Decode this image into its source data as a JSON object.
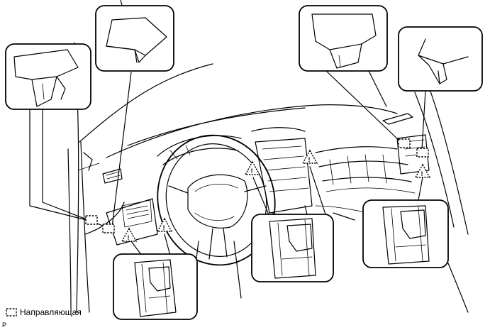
{
  "legend": {
    "symbol_name": "guide-symbol",
    "label": "Направляющая"
  },
  "figure_ref": "P",
  "callouts": [
    {
      "id": "clip-detail-top-left",
      "kind": "guide"
    },
    {
      "id": "clip-detail-top-mid",
      "kind": "guide"
    },
    {
      "id": "clip-detail-top-right-a",
      "kind": "guide"
    },
    {
      "id": "clip-detail-top-right-b",
      "kind": "guide"
    },
    {
      "id": "claw-detail-bottom-left",
      "kind": "claw"
    },
    {
      "id": "claw-detail-bottom-center",
      "kind": "claw"
    },
    {
      "id": "claw-detail-bottom-right",
      "kind": "claw"
    }
  ]
}
